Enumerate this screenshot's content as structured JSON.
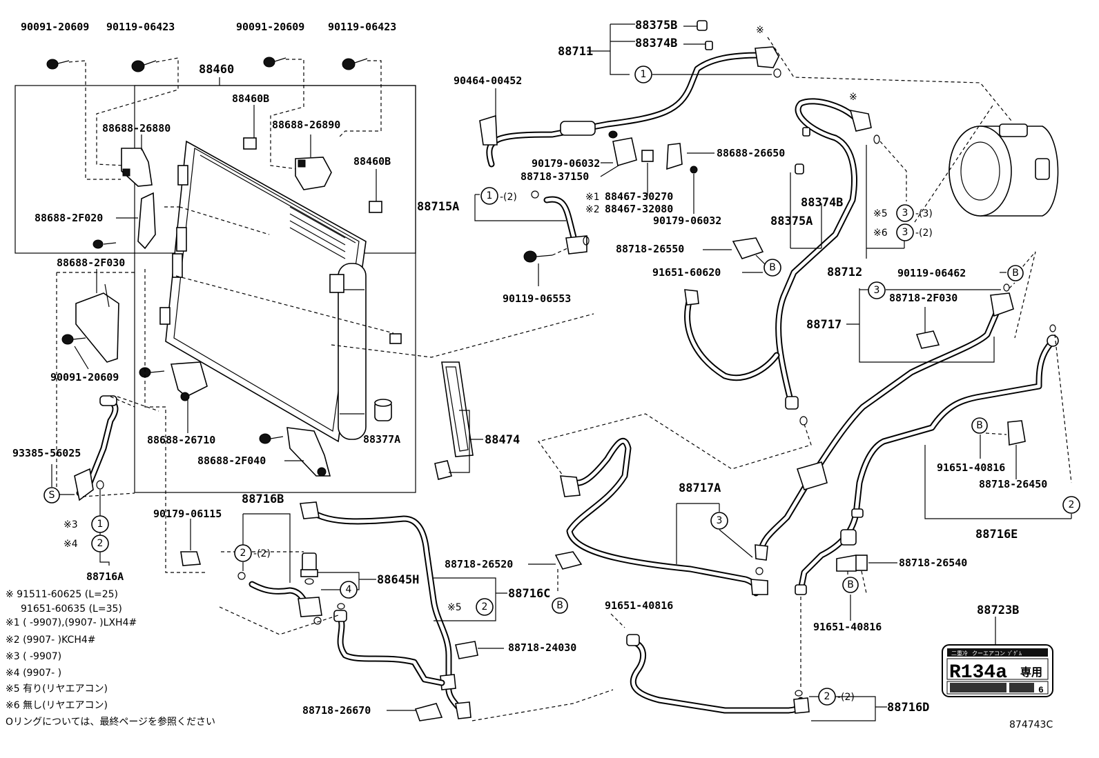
{
  "parts": {
    "bolt_90091_20609_top": "90091-20609",
    "bolt_90119_06423_a": "90119-06423",
    "bolt_90091_20609_b": "90091-20609",
    "bolt_90119_06423_b": "90119-06423",
    "condenser_88460": "88460",
    "bracket_88460b_a": "88460B",
    "bracket_88460b_b": "88460B",
    "bracket_88688_26880": "88688-26880",
    "bracket_88688_26890": "88688-26890",
    "bracket_88688_2f020": "88688-2F020",
    "bracket_88688_2f030": "88688-2F030",
    "bolt_90091_20609_left": "90091-20609",
    "bracket_88688_26710": "88688-26710",
    "bracket_88688_2f040": "88688-2F040",
    "receiver_88377a": "88377A",
    "pipe_93385_56025": "93385-56025",
    "hose_88716a": "88716A",
    "clip_90464_00452": "90464-00452",
    "hose_88711": "88711",
    "valve_88375b_top": "88375B",
    "cap_88374b_top": "88374B",
    "nut_90179_06032_a": "90179-06032",
    "clamp_88718_37150": "88718-37150",
    "bracket_88467_30270": "88467-30270",
    "bracket_88467_32080": "88467-32080",
    "nut_90179_06032_b": "90179-06032",
    "bracket_88688_26650": "88688-26650",
    "hose_88715a": "88715A",
    "bolt_90119_06553": "90119-06553",
    "cap_88374b_mid": "88374B",
    "valve_88375a": "88375A",
    "clamp_88718_26550": "88718-26550",
    "bolt_91651_60620": "91651-60620",
    "hose_88712": "88712",
    "bolt_90119_06462": "90119-06462",
    "clamp_88718_2f030": "88718-2F030",
    "hose_88717": "88717",
    "seal_88474": "88474",
    "hose_88717a": "88717A",
    "bolt_91651_40816_r": "91651-40816",
    "clamp_88718_26450": "88718-26450",
    "hose_88716e": "88716E",
    "nut_90179_06115": "90179-06115",
    "hose_88716b": "88716B",
    "switch_88645h": "88645H",
    "clamp_88718_26520": "88718-26520",
    "hose_88716c": "88716C",
    "bolt_91651_40816_mid": "91651-40816",
    "clamp_88718_26540": "88718-26540",
    "bolt_91651_40816_low": "91651-40816",
    "clamp_88718_24030": "88718-24030",
    "clamp_88718_26670": "88718-26670",
    "hose_88716d": "88716D",
    "label_88723b": "88723B"
  },
  "circles": {
    "c1": "1",
    "c2": "2",
    "c3": "3",
    "c4": "4",
    "cS": "S",
    "cB": "B"
  },
  "qty": {
    "q2": "-(2)",
    "q3": "-(3)"
  },
  "marks": {
    "kome": "※",
    "k1": "※1",
    "k2": "※2",
    "k3": "※3",
    "k4": "※4",
    "k5": "※5",
    "k6": "※6"
  },
  "notes": {
    "n0": "※ 91511-60625 (L=25)",
    "n0b": "91651-60635 (L=35)",
    "n1": "※1 (     -9907),(9907-     )LXH4#",
    "n2": "※2 (9907-     )KCH4#",
    "n3": "※3 (     -9907)",
    "n4": "※4 (9907-     )",
    "n5": "※5 有り(リヤエアコン)",
    "n6": "※6 無し(リヤエアコン)",
    "n7": "Oリングについては、最終ページを参照ください"
  },
  "label_plate": {
    "top_left": "二重冷",
    "top_mid": "クーエアコン",
    "top_right": "ｿﾞｸﾞﾑ",
    "main": "R134a",
    "main_jp": "専用",
    "bottom_right": "6"
  },
  "diagram_id": "874743C"
}
